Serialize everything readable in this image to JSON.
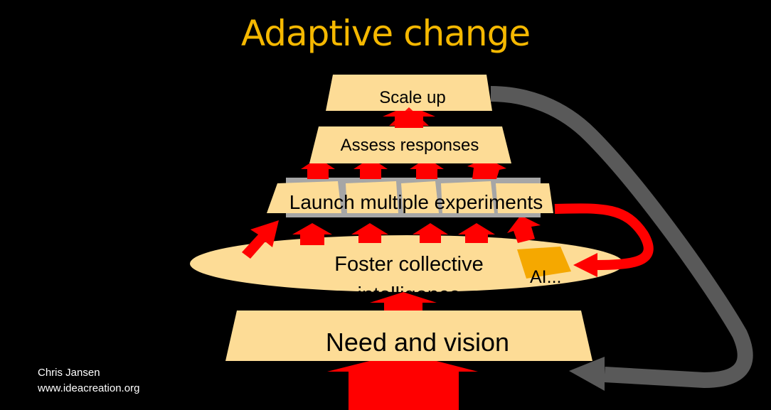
{
  "title": "Adaptive change",
  "levels": {
    "scale_up": "Scale up",
    "assess": "Assess responses",
    "launch": "Launch multiple experiments",
    "foster_line1": "Foster collective",
    "foster_line2": "intelligence",
    "need": "Need and vision",
    "ai": "AI..."
  },
  "credit": {
    "author": "Chris Jansen",
    "website": "www.ideacreation.org"
  },
  "colors": {
    "background": "#000000",
    "title": "#f5b800",
    "shape_fill": "#fddc96",
    "arrow_red": "#ff0000",
    "loop_gray": "#595959",
    "ai_box": "#f5a800",
    "experiments_tray": "#a6a6a6"
  }
}
